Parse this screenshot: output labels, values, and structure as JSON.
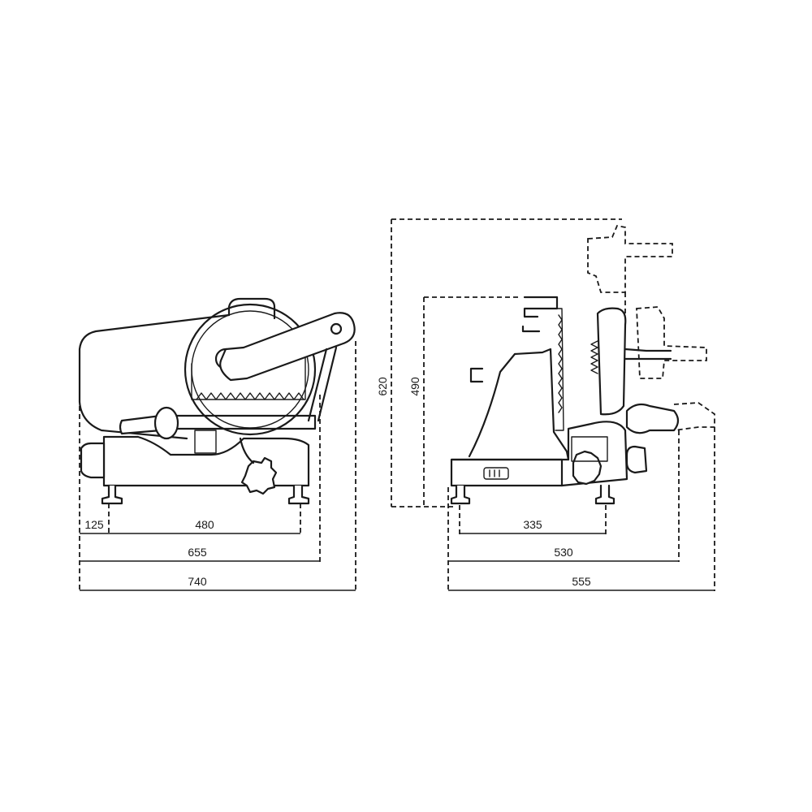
{
  "front_view": {
    "dimensions": {
      "offset": "125",
      "feet_span": "480",
      "body_width": "655",
      "overall_width": "740"
    }
  },
  "side_view": {
    "dimensions": {
      "feet_span": "335",
      "body_depth": "530",
      "overall_depth": "555",
      "height_closed": "490",
      "height_open": "620"
    }
  }
}
